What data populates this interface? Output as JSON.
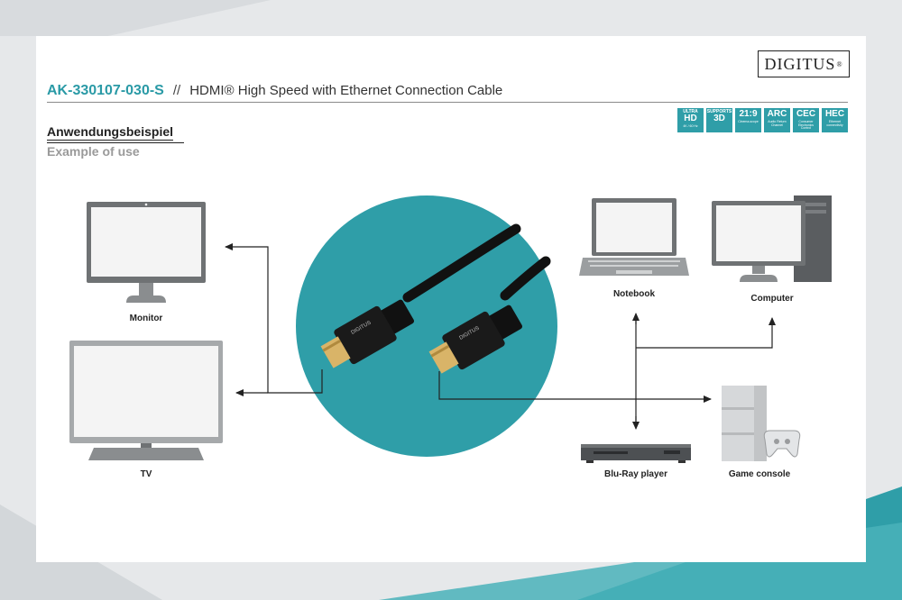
{
  "header": {
    "article_code": "AK-330107-030-S",
    "separator": "//",
    "product_title": "HDMI® High Speed with Ethernet Connection Cable",
    "brand": "DIGITUS",
    "brand_mark": "®"
  },
  "section": {
    "title_de": "Anwendungsbeispiel",
    "title_en": "Example of use"
  },
  "badges": [
    {
      "top": "ULTRA",
      "main": "HD",
      "tiny": "4K / 60 Hz",
      "icon": "ultra-hd-icon"
    },
    {
      "top": "SUPPORTS",
      "main": "3D",
      "tiny": "",
      "icon": "3d-icon"
    },
    {
      "top": "",
      "main": "21:9",
      "tiny": "Cinema-scope",
      "icon": "aspect-ratio-icon"
    },
    {
      "top": "",
      "main": "ARC",
      "tiny": "Audio Return Channel",
      "icon": "arc-icon"
    },
    {
      "top": "",
      "main": "CEC",
      "tiny": "Consumer Electronics Control",
      "icon": "cec-icon"
    },
    {
      "top": "",
      "main": "HEC",
      "tiny": "Ethernet connectivity",
      "icon": "hec-icon"
    }
  ],
  "devices": {
    "monitor": "Monitor",
    "tv": "TV",
    "notebook": "Notebook",
    "computer": "Computer",
    "bluray": "Blu-Ray player",
    "console": "Game console"
  },
  "connector_text": "DIGITUS",
  "colors": {
    "accent": "#2a9aa6",
    "circle": "#2f9ea8",
    "device_gray": "#6f7274",
    "screen_fill": "#f4f4f4"
  }
}
